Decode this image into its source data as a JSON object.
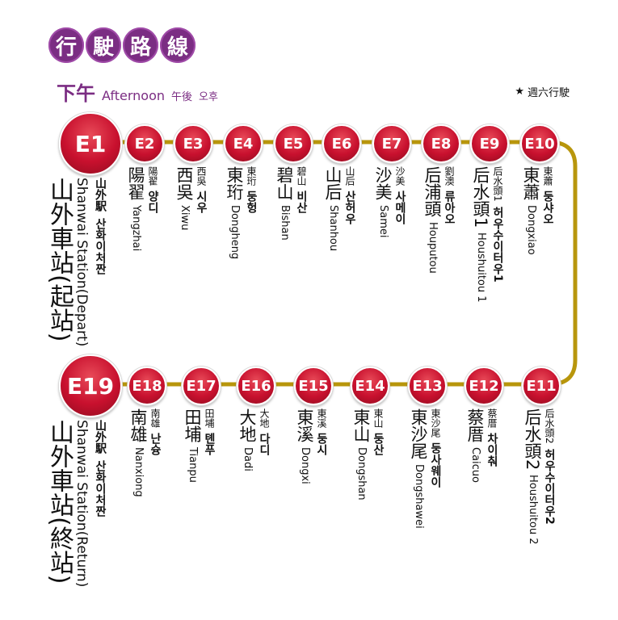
{
  "header": {
    "title_chars": [
      "行",
      "駛",
      "路",
      "線"
    ],
    "period_zh": "下午",
    "period_en": "Afternoon",
    "period_ja": "午後",
    "period_ko": "오후"
  },
  "note": {
    "symbol": "★",
    "text": "週六行駛"
  },
  "colors": {
    "accent": "#7b2d83",
    "badge": "#c8102e",
    "route_line": "#b8960c"
  },
  "stations": [
    {
      "code": "E1",
      "zh": "山外車站(起站)",
      "small": "山外駅",
      "ko": "산화이처짠",
      "en": "Shanwai Station(Depart)"
    },
    {
      "code": "E2",
      "zh": "陽翟",
      "small": "陽翟",
      "ko": "양디",
      "en": "Yangzhai"
    },
    {
      "code": "E3",
      "zh": "西吳",
      "small": "西吳",
      "ko": "시우",
      "en": "Xiwu"
    },
    {
      "code": "E4",
      "zh": "東珩",
      "small": "東珩",
      "ko": "둥헝",
      "en": "Dongheng"
    },
    {
      "code": "E5",
      "zh": "碧山",
      "small": "碧山",
      "ko": "비산",
      "en": "Bishan"
    },
    {
      "code": "E6",
      "zh": "山后",
      "small": "山后",
      "ko": "산허우",
      "en": "Shanhou"
    },
    {
      "code": "E7",
      "zh": "沙美",
      "small": "沙美",
      "ko": "사메이",
      "en": "Samei"
    },
    {
      "code": "E8",
      "zh": "后浦頭",
      "small": "劉澳",
      "ko": "류아오",
      "en": "Houputou"
    },
    {
      "code": "E9",
      "zh": "后水頭1",
      "small": "后水頭1",
      "ko": "허우수이터우1",
      "en": "Houshuitou 1"
    },
    {
      "code": "E10",
      "zh": "東蕭",
      "small": "東蕭",
      "ko": "둥샤오",
      "en": "Dongxiao"
    },
    {
      "code": "E11",
      "zh": "后水頭2",
      "small": "后水頭2",
      "ko": "허우수이터우2",
      "en": "Houshuitou 2"
    },
    {
      "code": "E12",
      "zh": "蔡厝",
      "small": "蔡厝",
      "ko": "차이춰",
      "en": "Caicuo"
    },
    {
      "code": "E13",
      "zh": "東沙尾",
      "small": "東沙尾",
      "ko": "둥사웨이",
      "en": "Dongshawei"
    },
    {
      "code": "E14",
      "zh": "東山",
      "small": "東山",
      "ko": "둥산",
      "en": "Dongshan"
    },
    {
      "code": "E15",
      "zh": "東溪",
      "small": "東溪",
      "ko": "둥시",
      "en": "Dongxi"
    },
    {
      "code": "E16",
      "zh": "大地",
      "small": "大地",
      "ko": "다디",
      "en": "Dadi"
    },
    {
      "code": "E17",
      "zh": "田埔",
      "small": "田埔",
      "ko": "톈푸",
      "en": "Tianpu"
    },
    {
      "code": "E18",
      "zh": "南雄",
      "small": "南雄",
      "ko": "난슝",
      "en": "Nanxiong"
    },
    {
      "code": "E19",
      "zh": "山外車站(終站)",
      "small": "山外駅",
      "ko": "산화이처짠",
      "en": "Shanwai Station(Return)"
    }
  ]
}
